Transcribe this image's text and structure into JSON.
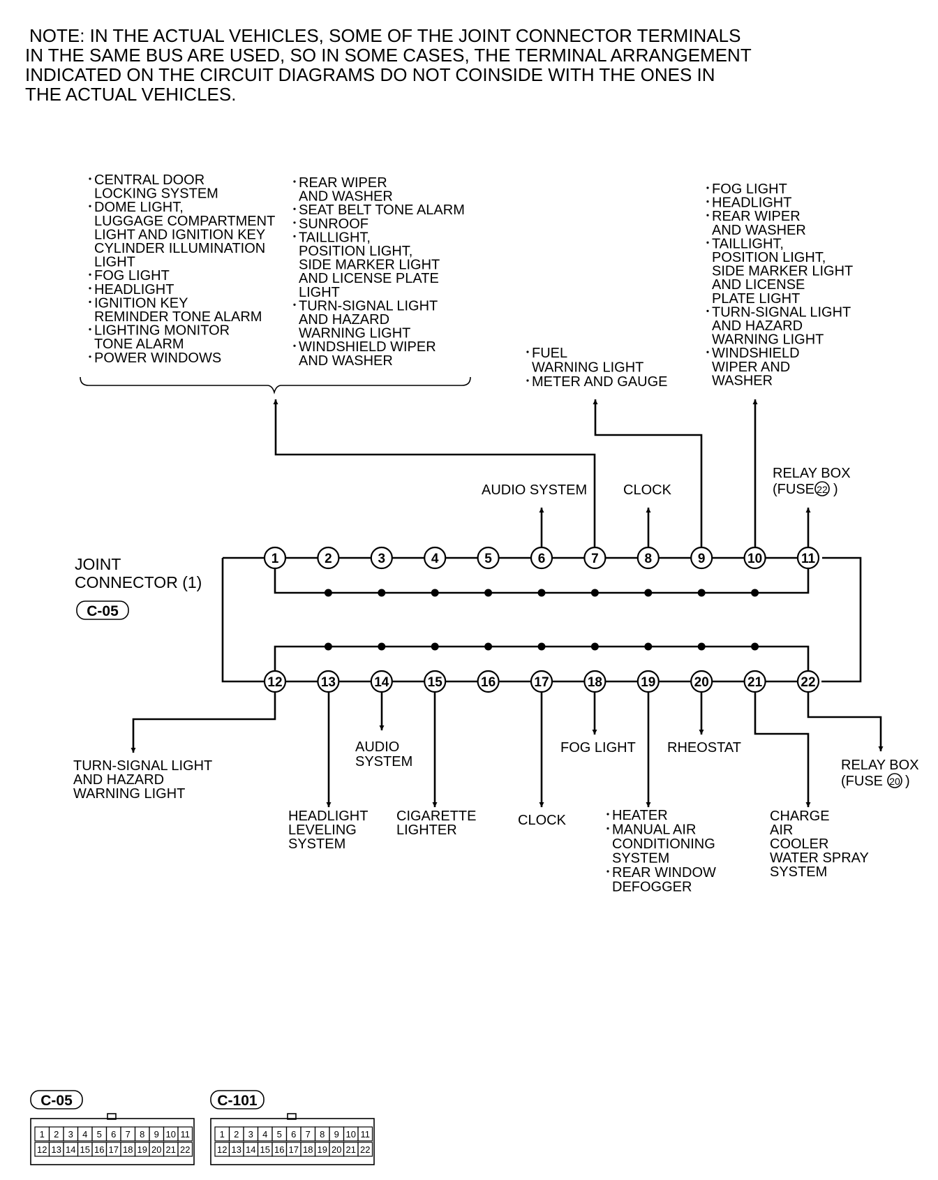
{
  "note": [
    "NOTE: IN THE ACTUAL VEHICLES, SOME OF THE JOINT CONNECTOR TERMINALS",
    "IN THE SAME BUS ARE USED, SO IN SOME CASES, THE TERMINAL ARRANGEMENT",
    "INDICATED ON THE CIRCUIT DIAGRAMS DO NOT COINSIDE WITH THE ONES IN",
    "THE ACTUAL VEHICLES."
  ],
  "connector": {
    "name_lines": [
      "JOINT",
      "CONNECTOR (1)"
    ],
    "code": "C-05",
    "top_pins": [
      "1",
      "2",
      "3",
      "4",
      "5",
      "6",
      "7",
      "8",
      "9",
      "10",
      "11"
    ],
    "bottom_pins": [
      "12",
      "13",
      "14",
      "15",
      "16",
      "17",
      "18",
      "19",
      "20",
      "21",
      "22"
    ]
  },
  "top_labels": {
    "group_left": [
      {
        "bullet": true,
        "lines": [
          "CENTRAL DOOR",
          "LOCKING SYSTEM"
        ]
      },
      {
        "bullet": true,
        "lines": [
          "DOME LIGHT,",
          "LUGGAGE COMPARTMENT",
          "LIGHT AND IGNITION KEY",
          "CYLINDER ILLUMINATION",
          "LIGHT"
        ]
      },
      {
        "bullet": true,
        "lines": [
          "FOG LIGHT"
        ]
      },
      {
        "bullet": true,
        "lines": [
          "HEADLIGHT"
        ]
      },
      {
        "bullet": true,
        "lines": [
          "IGNITION KEY",
          "REMINDER TONE ALARM"
        ]
      },
      {
        "bullet": true,
        "lines": [
          "LIGHTING MONITOR",
          "TONE ALARM"
        ]
      },
      {
        "bullet": true,
        "lines": [
          "POWER WINDOWS"
        ]
      }
    ],
    "group_mid": [
      {
        "bullet": true,
        "lines": [
          "REAR WIPER",
          "AND WASHER"
        ]
      },
      {
        "bullet": true,
        "lines": [
          "SEAT BELT TONE ALARM"
        ]
      },
      {
        "bullet": true,
        "lines": [
          "SUNROOF"
        ]
      },
      {
        "bullet": true,
        "lines": [
          "TAILLIGHT,",
          "POSITION LIGHT,",
          "SIDE MARKER LIGHT",
          "AND LICENSE PLATE",
          "LIGHT"
        ]
      },
      {
        "bullet": true,
        "lines": [
          "TURN-SIGNAL LIGHT",
          "AND HAZARD",
          "WARNING LIGHT"
        ]
      },
      {
        "bullet": true,
        "lines": [
          "WINDSHIELD WIPER",
          "AND WASHER"
        ]
      }
    ],
    "fuel_group": [
      {
        "bullet": true,
        "lines": [
          "FUEL",
          "WARNING LIGHT"
        ]
      },
      {
        "bullet": true,
        "lines": [
          "METER AND GAUGE"
        ]
      }
    ],
    "right_group": [
      {
        "bullet": true,
        "lines": [
          "FOG LIGHT"
        ]
      },
      {
        "bullet": true,
        "lines": [
          "HEADLIGHT"
        ]
      },
      {
        "bullet": true,
        "lines": [
          "REAR WIPER",
          "AND WASHER"
        ]
      },
      {
        "bullet": true,
        "lines": [
          "TAILLIGHT,",
          "POSITION LIGHT,",
          "SIDE MARKER LIGHT",
          "AND LICENSE",
          "PLATE LIGHT"
        ]
      },
      {
        "bullet": true,
        "lines": [
          "TURN-SIGNAL LIGHT",
          "AND HAZARD",
          "WARNING LIGHT"
        ]
      },
      {
        "bullet": true,
        "lines": [
          "WINDSHIELD",
          "WIPER AND",
          "WASHER"
        ]
      }
    ],
    "audio_system": "AUDIO SYSTEM",
    "clock": "CLOCK",
    "relay_box_top": [
      "RELAY BOX",
      "(FUSE ",
      "22",
      ")"
    ]
  },
  "bottom_labels": {
    "turn_signal": [
      "TURN-SIGNAL LIGHT",
      "AND HAZARD",
      "WARNING LIGHT"
    ],
    "headlight_leveling": [
      "HEADLIGHT",
      "LEVELING",
      "SYSTEM"
    ],
    "audio_system": [
      "AUDIO",
      "SYSTEM"
    ],
    "cigarette_lighter": [
      "CIGARETTE",
      "LIGHTER"
    ],
    "clock": "CLOCK",
    "fog_light": "FOG LIGHT",
    "heater_group": [
      {
        "bullet": true,
        "lines": [
          "HEATER"
        ]
      },
      {
        "bullet": true,
        "lines": [
          "MANUAL AIR",
          "CONDITIONING",
          "SYSTEM"
        ]
      },
      {
        "bullet": true,
        "lines": [
          "REAR WINDOW",
          "DEFOGGER"
        ]
      }
    ],
    "rheostat": "RHEOSTAT",
    "charge_air": [
      "CHARGE",
      "AIR",
      "COOLER",
      "WATER SPRAY",
      "SYSTEM"
    ],
    "relay_box_bottom": [
      "RELAY BOX",
      "(FUSE ",
      "20",
      ")"
    ]
  },
  "connector_views": [
    {
      "code": "C-05",
      "top_row": [
        "1",
        "2",
        "3",
        "4",
        "5",
        "6",
        "7",
        "8",
        "9",
        "10",
        "11"
      ],
      "bottom_row": [
        "12",
        "13",
        "14",
        "15",
        "16",
        "17",
        "18",
        "19",
        "20",
        "21",
        "22"
      ]
    },
    {
      "code": "C-101",
      "top_row": [
        "1",
        "2",
        "3",
        "4",
        "5",
        "6",
        "7",
        "8",
        "9",
        "10",
        "11"
      ],
      "bottom_row": [
        "12",
        "13",
        "14",
        "15",
        "16",
        "17",
        "18",
        "19",
        "20",
        "21",
        "22"
      ]
    }
  ]
}
